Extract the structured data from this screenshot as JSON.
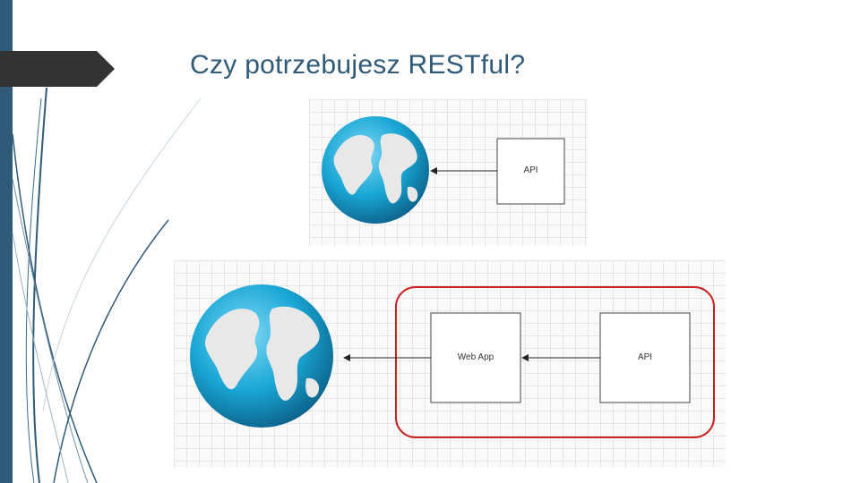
{
  "slide": {
    "title": "Czy potrzebujesz RESTful?"
  },
  "colors": {
    "accent": "#2f5a78",
    "title_arrow": "#333333",
    "highlight_border": "#cc1f1f",
    "globe_ocean": "#1aa7d6",
    "globe_land": "#e8e8e8"
  },
  "diagram_top": {
    "api_label": "API"
  },
  "diagram_bottom": {
    "web_app_label": "Web App",
    "api_label": "API"
  }
}
